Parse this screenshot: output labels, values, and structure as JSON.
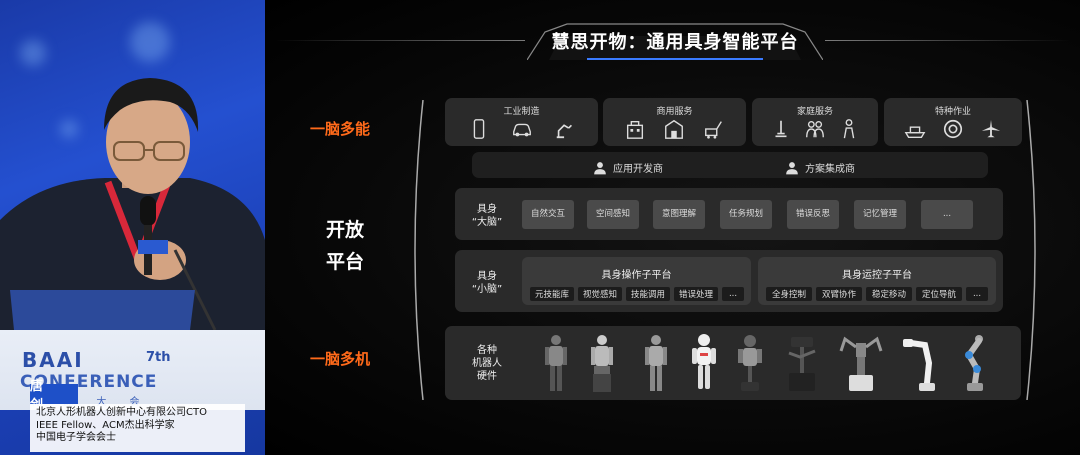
{
  "speaker": {
    "name": "唐 剑",
    "caption_lines": [
      "北京人形机器人创新中心有限公司CTO",
      "IEEE Fellow、ACM杰出科学家",
      "中国电子学会会士"
    ],
    "backdrop_logo": "BAAI",
    "backdrop_edition": "7th",
    "backdrop_conference": "CONFERENCE",
    "backdrop_cn": "北 源 大 会"
  },
  "slide": {
    "title": "慧思开物：通用具身智能平台",
    "left_labels": {
      "top": "一脑多能",
      "middle": "开放\n平台",
      "bottom": "一脑多机"
    },
    "categories": [
      {
        "title": "工业制造",
        "icons": [
          "phone-icon",
          "car-icon",
          "robot-arm-icon"
        ]
      },
      {
        "title": "商用服务",
        "icons": [
          "building-icon",
          "store-icon",
          "cleaning-cart-icon"
        ]
      },
      {
        "title": "家庭服务",
        "icons": [
          "lamp-icon",
          "family-icon",
          "elderly-icon"
        ]
      },
      {
        "title": "特种作业",
        "icons": [
          "ship-icon",
          "lifebuoy-icon",
          "plane-icon"
        ]
      }
    ],
    "developers": [
      "应用开发商",
      "方案集成商"
    ],
    "big_brain": {
      "label": "具身\n“大脑”",
      "chips": [
        "自然\n交互",
        "空间\n感知",
        "意图\n理解",
        "任务\n规划",
        "错误\n反思",
        "记忆\n管理",
        "..."
      ]
    },
    "small_brain": {
      "label": "具身\n“小脑”",
      "manipulation": {
        "title": "具身操作子平台",
        "chips": [
          "元技能库",
          "视觉感知",
          "技能调用",
          "错误处理",
          "..."
        ]
      },
      "motion": {
        "title": "具身运控子平台",
        "chips": [
          "全身控制",
          "双臂协作",
          "稳定移动",
          "定位导航",
          "..."
        ]
      }
    },
    "hardware": {
      "label": "各种\n机器人\n硬件",
      "robots": [
        "humanoid-robot-1",
        "humanoid-robot-2",
        "humanoid-robot-3",
        "humanoid-robot-white",
        "wheeled-robot",
        "mobile-base-robot",
        "dual-arm-robot",
        "robot-arm-white",
        "robot-arm-gray"
      ]
    },
    "colors": {
      "accent": "#ff6a1a",
      "box": "#2a2a2a"
    }
  }
}
